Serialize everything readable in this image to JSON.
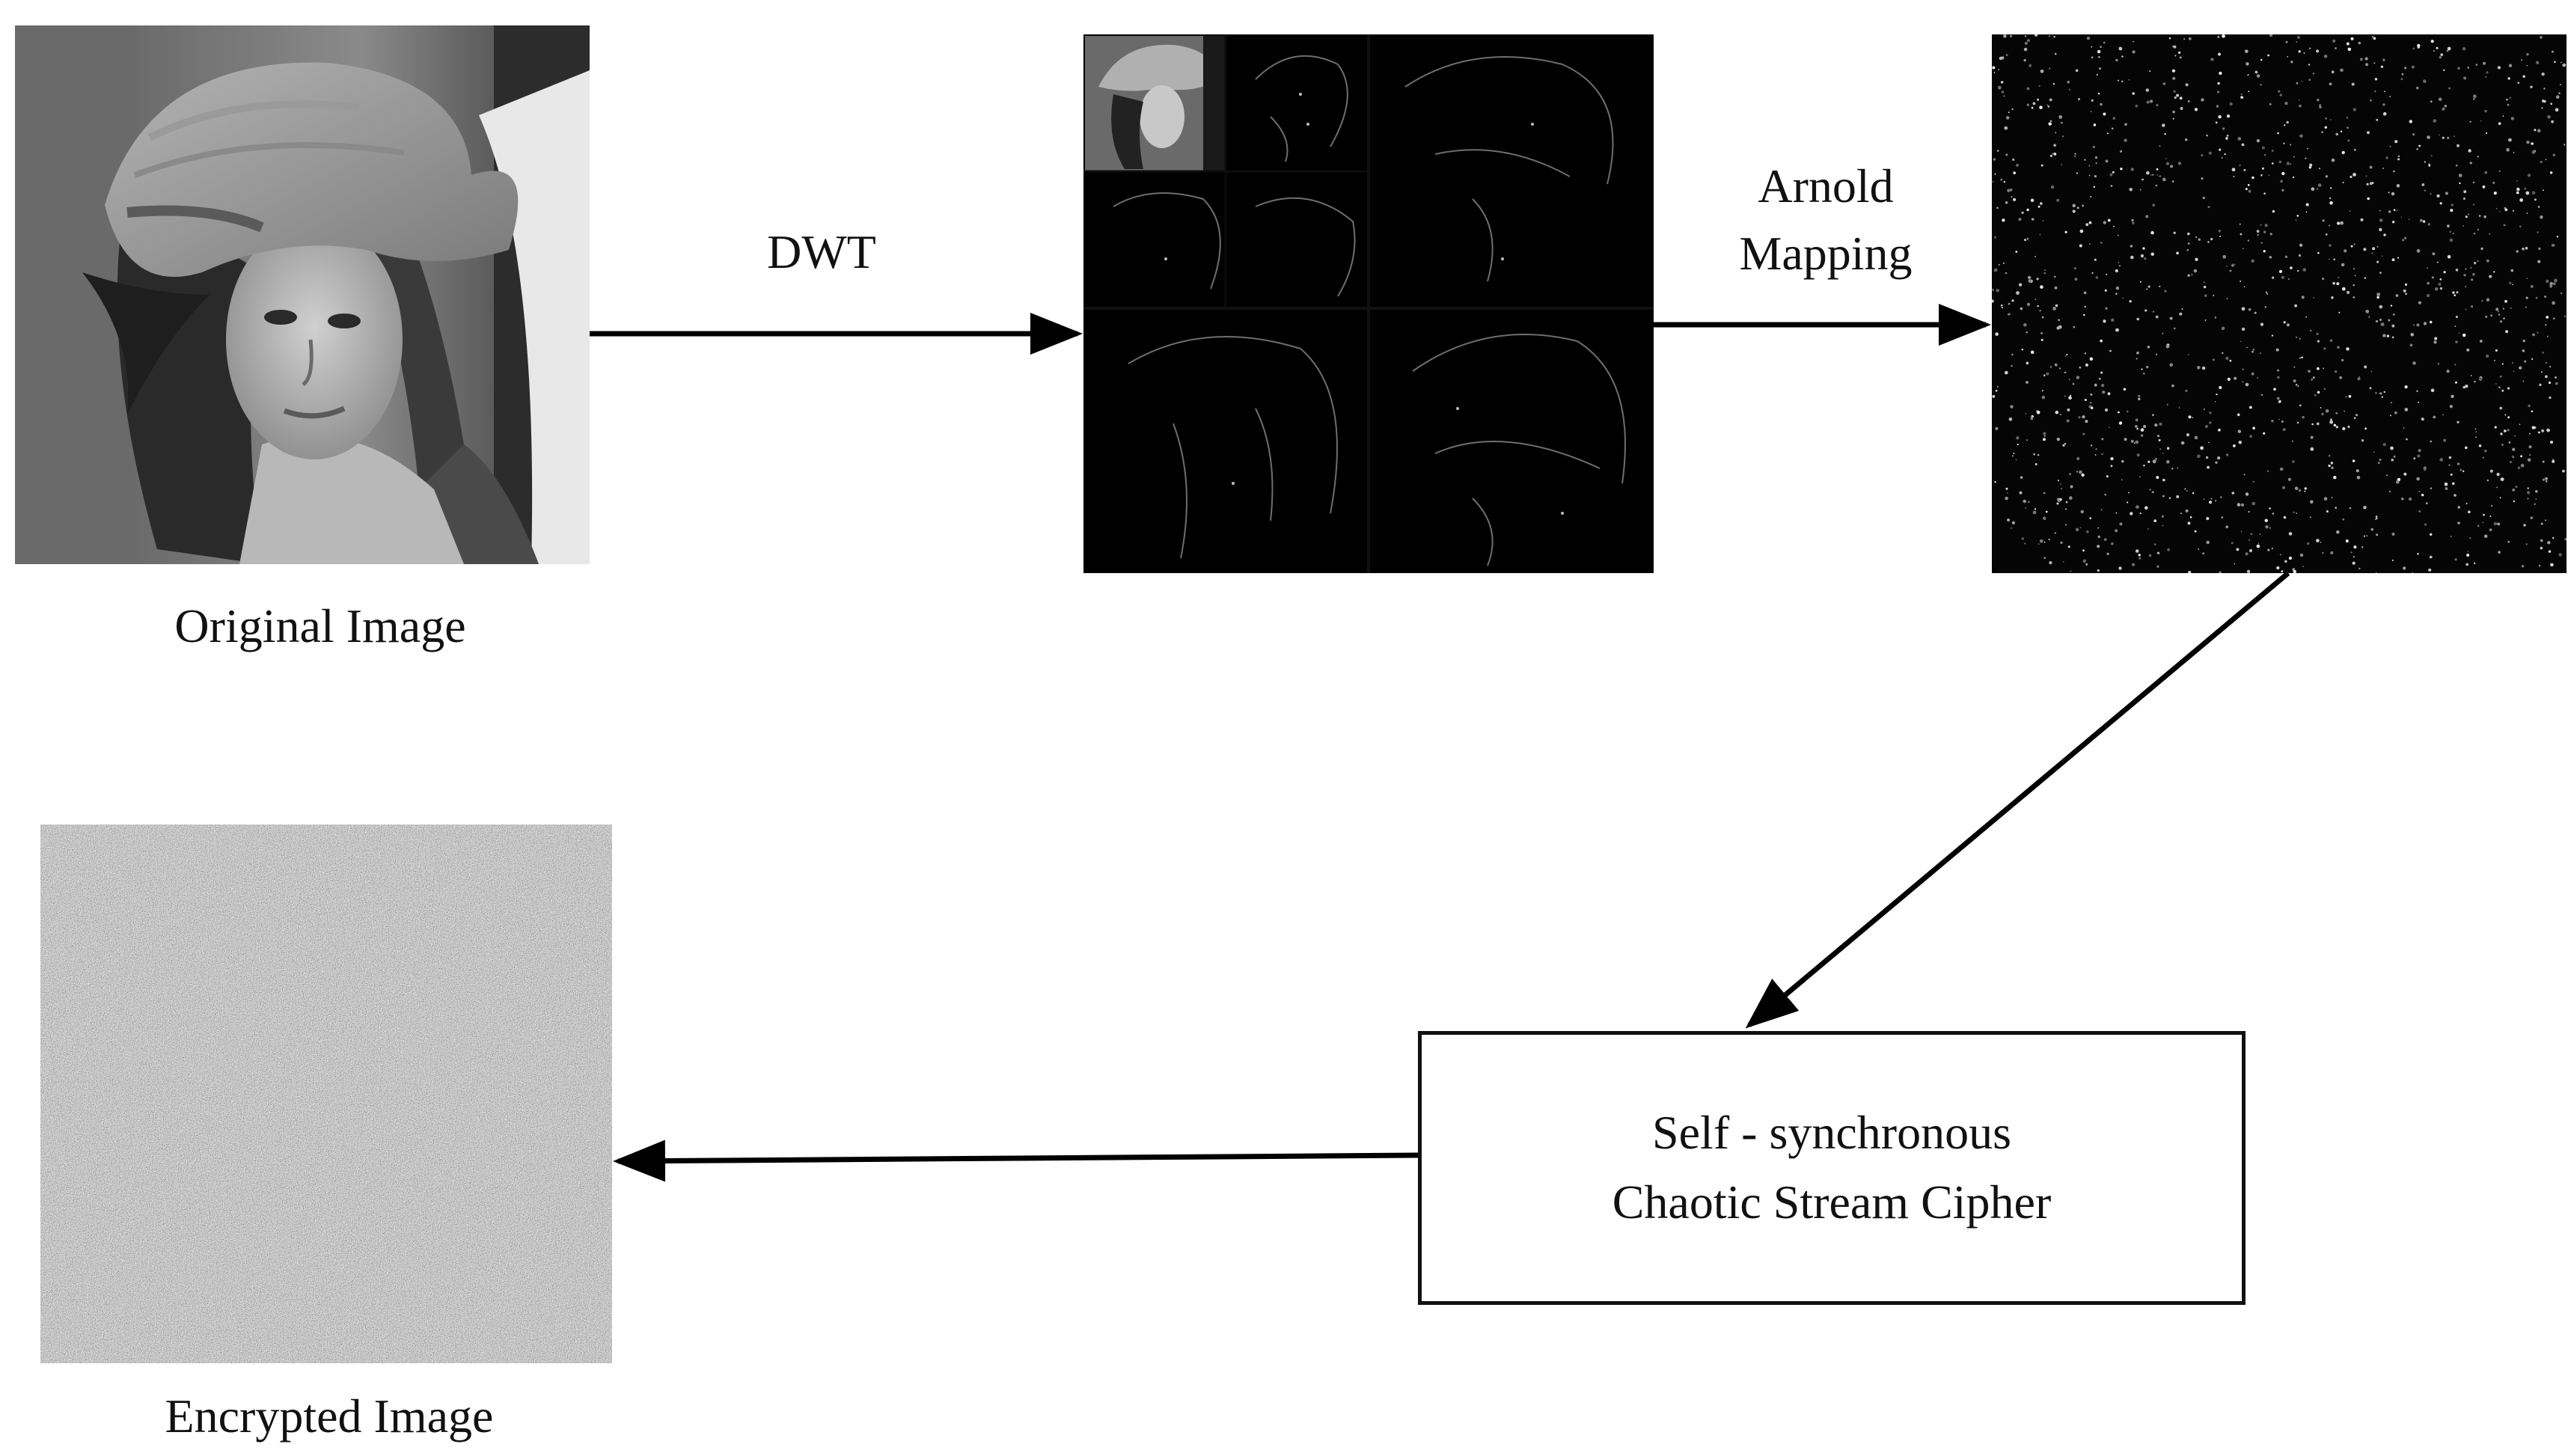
{
  "diagram": {
    "nodes": {
      "original": {
        "label": "Original Image"
      },
      "dwt_result": {
        "label": ""
      },
      "scrambled": {
        "label": ""
      },
      "cipher": {
        "line1": "Self - synchronous",
        "line2": "Chaotic Stream Cipher"
      },
      "encrypted": {
        "label": "Encrypted Image"
      }
    },
    "edges": {
      "dwt": {
        "label": "DWT"
      },
      "arnold": {
        "line1": "Arnold",
        "line2": "Mapping"
      }
    }
  }
}
